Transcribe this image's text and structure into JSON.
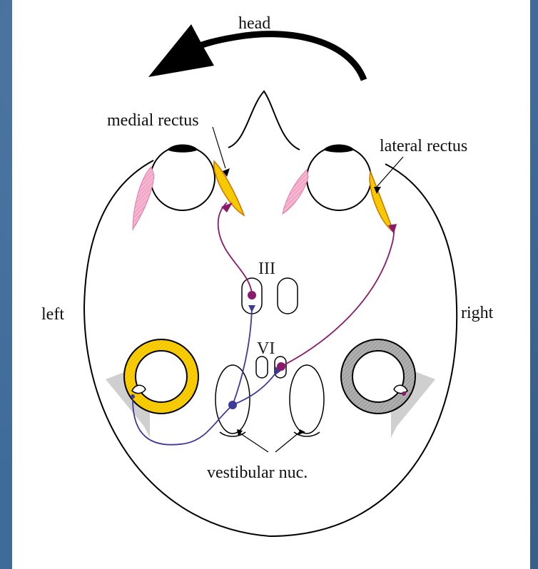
{
  "labels": {
    "head": "head",
    "medial_rectus": "medial rectus",
    "lateral_rectus": "lateral rectus",
    "left": "left",
    "right": "right",
    "nucleus_III": "III",
    "nucleus_VI": "VI",
    "vestibular": "vestibular nuc."
  },
  "colors": {
    "background": "#3f6b9a",
    "muscle_active": "#f5c800",
    "muscle_inactive": "#f4a6c8",
    "excitatory_pathway": "#8b1a6b",
    "inhibitory_pathway": "#3d3a9a",
    "canal_active": "#f5d400",
    "canal_inactive": "#9a9a9a"
  }
}
